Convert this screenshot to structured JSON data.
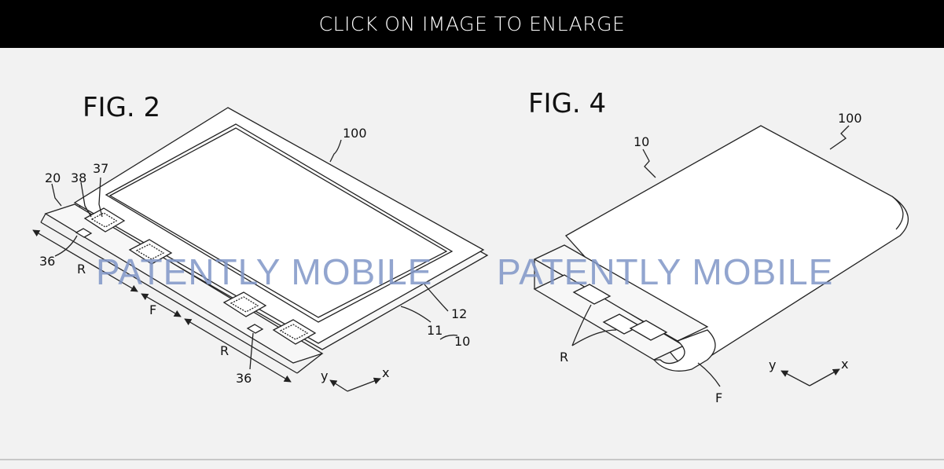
{
  "banner": {
    "text": "CLICK ON IMAGE TO ENLARGE"
  },
  "watermark": {
    "text": "PATENTLY MOBILE"
  },
  "figure2": {
    "title": "FIG. 2",
    "labels": {
      "ref100": "100",
      "ref20": "20",
      "ref38": "38",
      "ref37": "37",
      "ref36a": "36",
      "ref36b": "36",
      "refR1": "R",
      "refF": "F",
      "refR2": "R",
      "ref12": "12",
      "ref11": "11",
      "ref10": "10",
      "axisY": "y",
      "axisX": "x"
    }
  },
  "figure4": {
    "title": "FIG. 4",
    "labels": {
      "ref100": "100",
      "ref10": "10",
      "refR": "R",
      "refF": "F",
      "axisY": "y",
      "axisX": "x"
    }
  },
  "colors": {
    "banner_bg": "#000000",
    "page_bg": "#f2f2f2",
    "watermark": "#7f95c7"
  }
}
